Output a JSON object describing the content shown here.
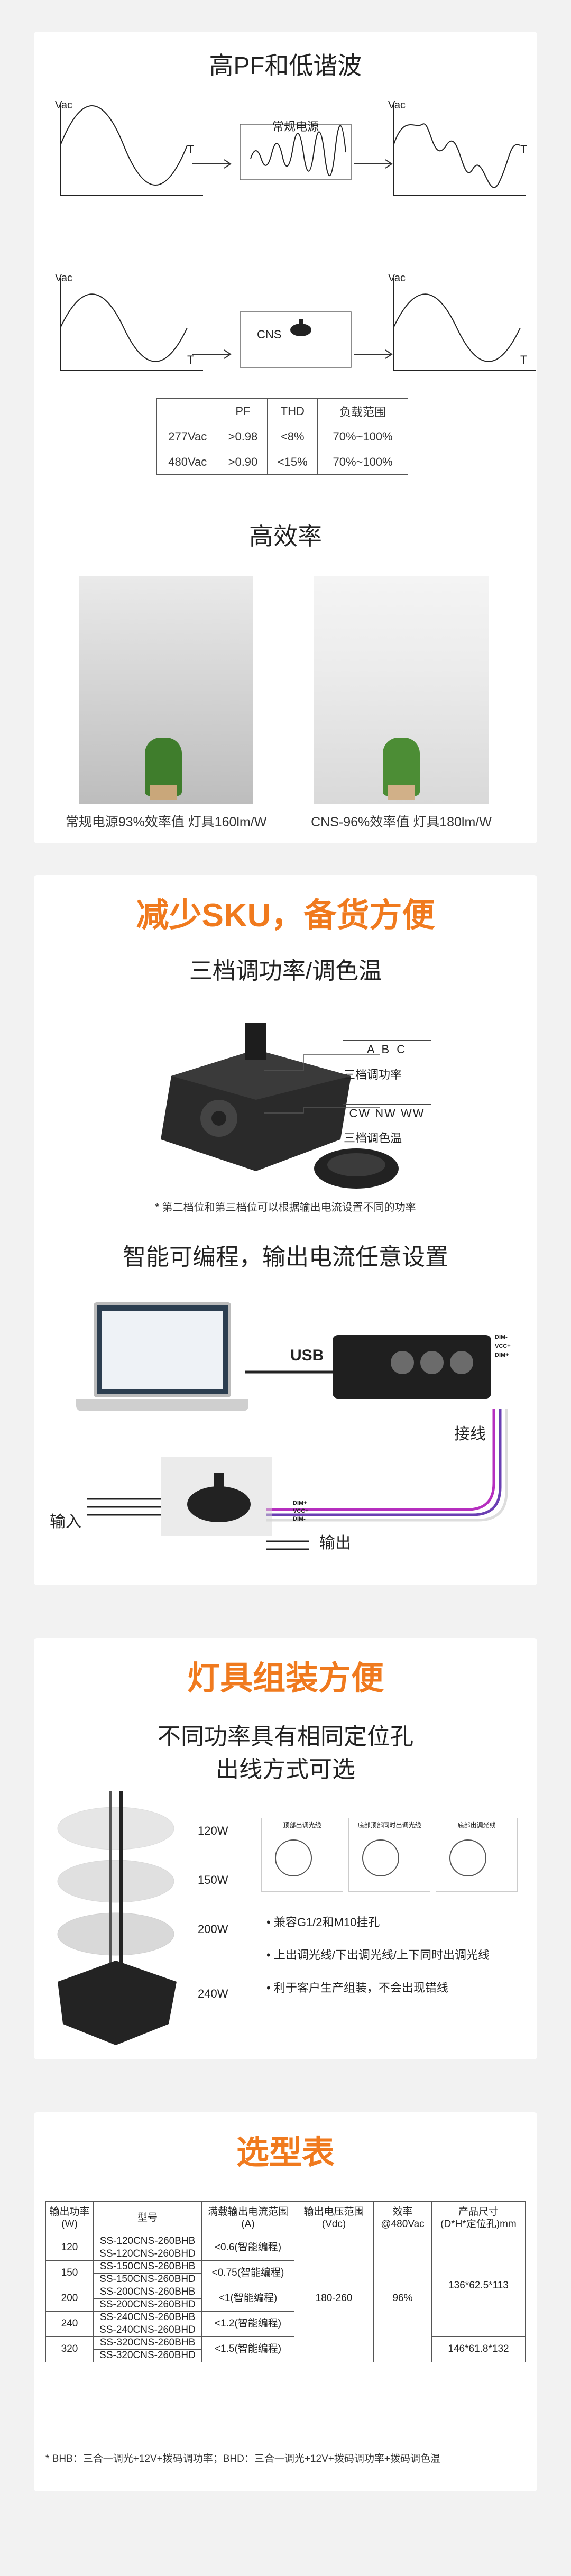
{
  "pf_section": {
    "title": "高PF和低谐波",
    "axis_vac": "Vac",
    "axis_t": "T",
    "conventional_label": "常规电源",
    "cns_label": "CNS",
    "table": {
      "headers": [
        "",
        "PF",
        "THD",
        "负载范围"
      ],
      "rows": [
        [
          "277Vac",
          ">0.98",
          "<8%",
          "70%~100%"
        ],
        [
          "480Vac",
          ">0.90",
          "<15%",
          "70%~100%"
        ]
      ]
    }
  },
  "efficiency_section": {
    "title": "高效率",
    "left_caption": "常规电源93%效率值 灯具160lm/W",
    "right_caption": "CNS-96%效率值 灯具180lm/W"
  },
  "sku_section": {
    "title": "减少SKU，备货方便",
    "subtitle1": "三档调功率/调色温",
    "power_box": "A   B   C",
    "power_label": "三档调功率",
    "cct_box": "CW  NW  WW",
    "cct_label": "三档调色温",
    "note": "* 第二档位和第三档位可以根据输出电流设置不同的功率",
    "subtitle2": "智能可编程，输出电流任意设置",
    "usb_label": "USB",
    "wiring_label": "接线",
    "input_label": "输入",
    "output_label": "输出",
    "dim_neg": "DIM-",
    "vcc_pos": "VCC+",
    "dim_pos": "DIM+"
  },
  "assembly_section": {
    "title": "灯具组装方便",
    "subtitle_line1": "不同功率具有相同定位孔",
    "subtitle_line2": "出线方式可选",
    "watts": [
      "120W",
      "150W",
      "200W",
      "240W"
    ],
    "diagram_labels": [
      "顶部出调光线",
      "底部顶部同时出调光线",
      "底部出调光线"
    ],
    "bullets": [
      "• 兼容G1/2和M10挂孔",
      "• 上出调光线/下出调光线/上下同时出调光线",
      "• 利于客户生产组装，不会出现错线"
    ]
  },
  "selection_section": {
    "title": "选型表",
    "headers": [
      "输出功率\n(W)",
      "型号",
      "满载输出电流范围\n(A)",
      "输出电压范围\n(Vdc)",
      "效率\n@480Vac",
      "产品尺寸\n(D*H*定位孔)mm"
    ],
    "groups": [
      {
        "power": "120",
        "models": [
          "SS-120CNS-260BHB",
          "SS-120CNS-260BHD"
        ],
        "current": "<0.6(智能编程)"
      },
      {
        "power": "150",
        "models": [
          "SS-150CNS-260BHB",
          "SS-150CNS-260BHD"
        ],
        "current": "<0.75(智能编程)"
      },
      {
        "power": "200",
        "models": [
          "SS-200CNS-260BHB",
          "SS-200CNS-260BHD"
        ],
        "current": "<1(智能编程)"
      },
      {
        "power": "240",
        "models": [
          "SS-240CNS-260BHB",
          "SS-240CNS-260BHD"
        ],
        "current": "<1.2(智能编程)"
      },
      {
        "power": "320",
        "models": [
          "SS-320CNS-260BHB",
          "SS-320CNS-260BHD"
        ],
        "current": "<1.5(智能编程)"
      }
    ],
    "voltage": "180-260",
    "efficiency": "96%",
    "size_a": "136*62.5*113",
    "size_b": "146*61.8*132",
    "footnote": "* BHB：三合一调光+12V+拨码调功率；BHD：三合一调光+12V+拨码调功率+拨码调色温"
  },
  "colors": {
    "accent": "#f07a1e",
    "wire_magenta": "#b62fbf",
    "wire_purple": "#6a3fb3"
  }
}
